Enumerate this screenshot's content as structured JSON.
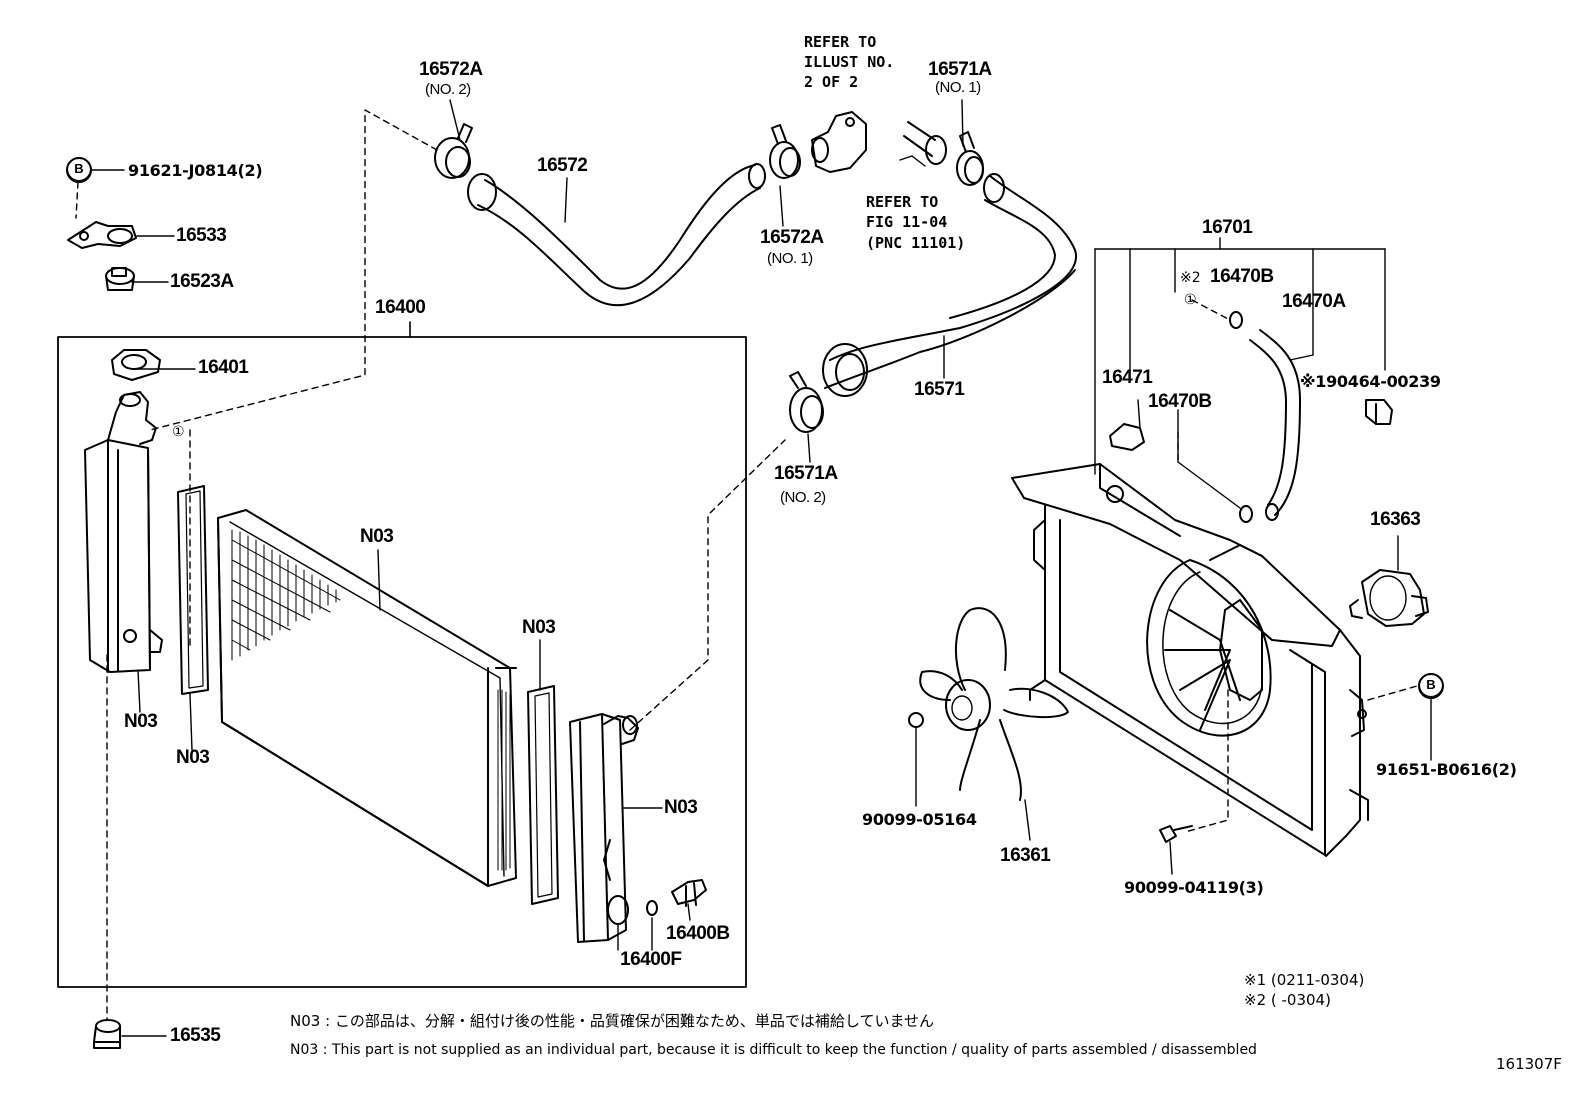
{
  "labels": {
    "p16572A_top": "16572A",
    "p16572A_top_sub": "(NO. 2)",
    "p16572": "16572",
    "p16572A_mid": "16572A",
    "p16572A_mid_sub": "(NO. 1)",
    "refer_illust_1": "REFER TO",
    "refer_illust_2": "ILLUST NO.",
    "refer_illust_3": "2 OF 2",
    "p16571A_top": "16571A",
    "p16571A_top_sub": "(NO. 1)",
    "refer_fig_1": "REFER TO",
    "refer_fig_2": "FIG 11-04",
    "refer_fig_3": "(PNC 11101)",
    "p91621": "91621-J0814(2)",
    "p16533": "16533",
    "p16523A": "16523A",
    "p16400": "16400",
    "p16401": "16401",
    "p16571": "16571",
    "p16571A_bot": "16571A",
    "p16571A_bot_sub": "(NO. 2)",
    "p16701": "16701",
    "star2": "※2",
    "p16470B_top": "16470B",
    "p16470A": "16470A",
    "p16471": "16471",
    "p16470B_mid": "16470B",
    "p190464": "※190464-00239",
    "n03_a": "N03",
    "n03_b": "N03",
    "n03_c": "N03",
    "n03_d": "N03",
    "n03_e": "N03",
    "p16363": "16363",
    "p91651": "91651-B0616(2)",
    "p90099_05164": "90099-05164",
    "p16361": "16361",
    "p90099_04119": "90099-04119(3)",
    "p16400B": "16400B",
    "p16400F": "16400F",
    "p16535": "16535",
    "ref1_left": "①",
    "ref1_right": "①",
    "circle_b_left": "B",
    "circle_b_right": "B"
  },
  "footnotes": {
    "note1": "※1 (0211-0304)",
    "note2": "※2 (      -0304)"
  },
  "notes": {
    "ja": "N03 : この部品は、分解・組付け後の性能・品質確保が困難なため、単品では補給していません",
    "en": "N03 : This part is not supplied as an individual part, because it is difficult to keep the function / quality of parts assembled / disassembled"
  },
  "illustration_id": "161307F"
}
